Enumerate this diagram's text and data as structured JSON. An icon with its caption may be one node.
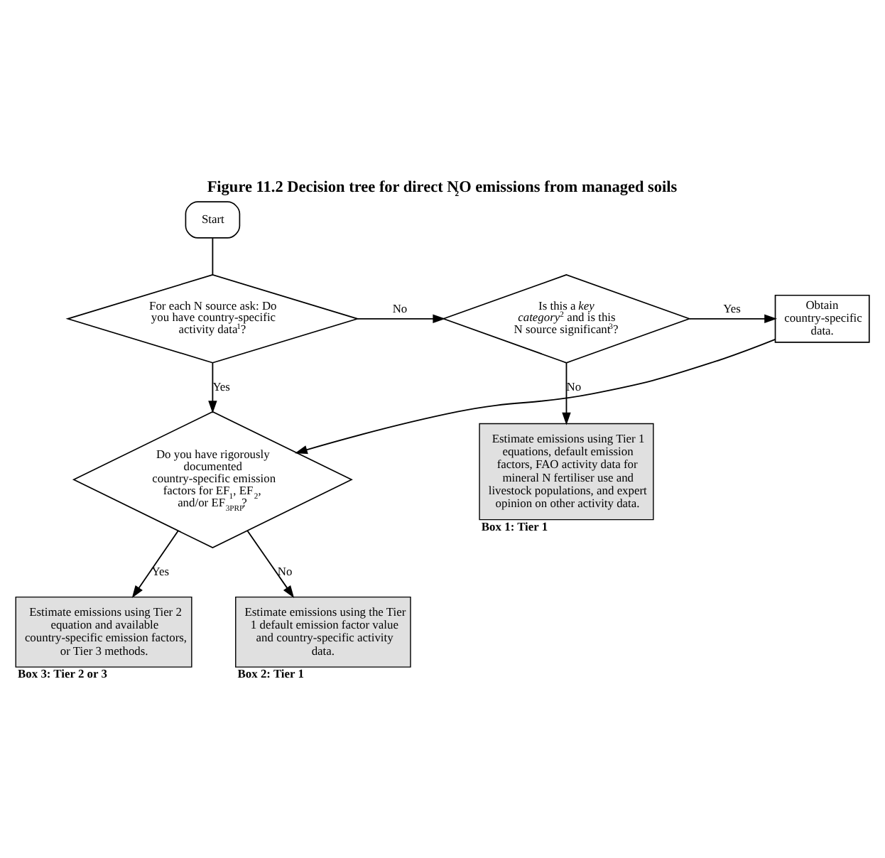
{
  "diagram": {
    "title": "Figure 11.2 Decision tree for direct N$_{2}$O emissions from managed soils",
    "nodes": [
      {
        "text": [
          "Start"
        ]
      },
      {
        "text": [
          "For each N source ask: Do you have country-specific activity data$^{1}$?"
        ]
      },
      {
        "text": [
          "Is this a *key category*$^{2}$ and is this N source significant$^{3}$?"
        ]
      },
      {
        "text": [
          "Obtain country-specific data."
        ]
      },
      {
        "text": [
          "Do you have rigorously documented country-specific emission factors for EF$_{1}$, EF$_{2}$, and/or EF$_{3PRP}$?"
        ]
      },
      {
        "text": [
          "Estimate emissions using Tier 1 equations, default emission factors, FAO activity data for mineral N fertiliser use and livestock populations, and expert opinion on other activity data."
        ],
        "beside": [
          "Box 1: Tier 1"
        ]
      },
      {
        "text": [
          "Estimate emissions using Tier 2 equation and available country-specific emission factors, or Tier 3 methods."
        ],
        "beside": [
          "Box 3: Tier 2 or 3"
        ]
      },
      {
        "text": [
          "Estimate emissions using the Tier 1 default emission factor value and country-specific activity data."
        ],
        "beside": [
          "Box 2: Tier 1"
        ]
      }
    ],
    "edges": [
      {
        "from": 0,
        "to": 1,
        "arrow": "none"
      },
      {
        "from": 1,
        "to": 2,
        "arrow": "to",
        "label": "No"
      },
      {
        "from": 2,
        "to": 3,
        "arrow": "to",
        "label": "Yes"
      },
      {
        "from": 3,
        "to": 4,
        "arrow": "to"
      },
      {
        "from": 1,
        "to": 4,
        "arrow": "to",
        "label": "Yes"
      },
      {
        "from": 2,
        "to": 5,
        "arrow": "to",
        "label": "No"
      },
      {
        "from": 4,
        "to": 6,
        "arrow": "to",
        "label": "Yes"
      },
      {
        "from": 4,
        "to": 7,
        "arrow": "to",
        "label": "No"
      }
    ]
  }
}
